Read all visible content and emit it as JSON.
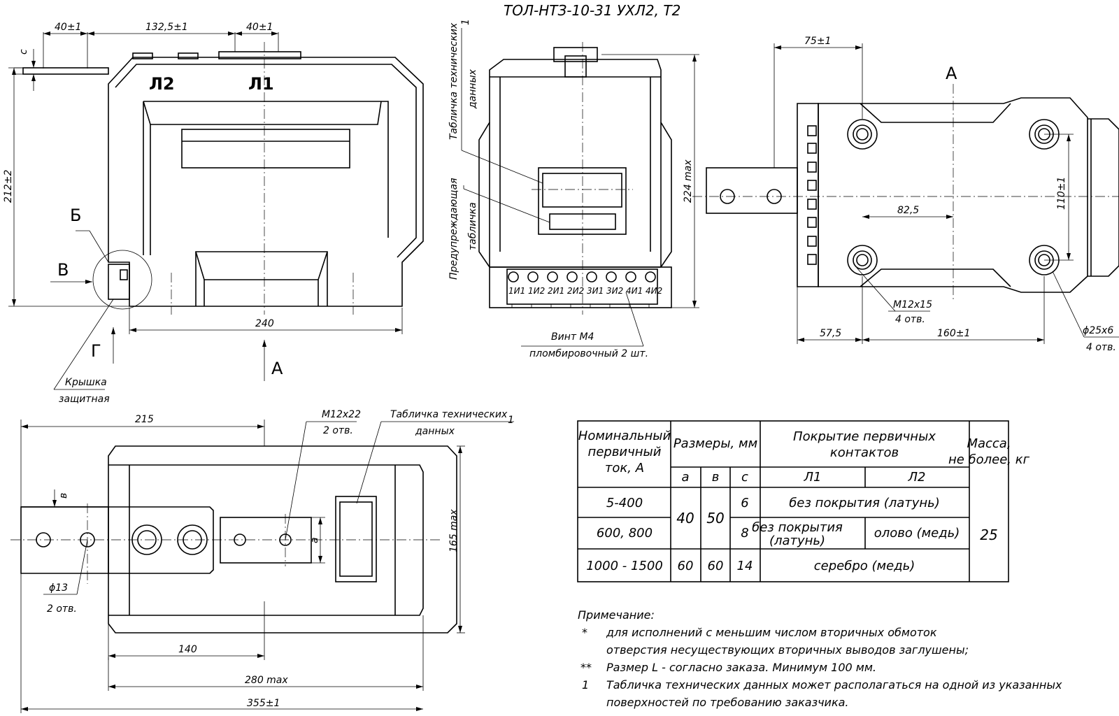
{
  "title": "ТОЛ-НТЗ-10-31 УХЛ2, Т2",
  "view1": {
    "dims": {
      "d1": "40±1",
      "d2": "132,5±1",
      "d3": "40±1",
      "c": "c",
      "h": "212±2",
      "w": "240"
    },
    "labels": {
      "l2": "Л2",
      "l1": "Л1",
      "b": "Б",
      "v": "В",
      "g": "Г",
      "a": "А"
    },
    "cover": [
      "Крышка",
      "защитная"
    ]
  },
  "view2": {
    "nameplate": [
      "Табличка технических",
      "данных"
    ],
    "nameplate_num": "1",
    "warning": [
      "Предупреждающая",
      "табличка"
    ],
    "height": "224 max",
    "terminals": [
      "1И1",
      "1И2",
      "2И1",
      "2И2",
      "3И1",
      "3И2",
      "4И1",
      "4И2"
    ],
    "screw": [
      "Винт М4",
      "пломбировочный 2 шт."
    ]
  },
  "view3": {
    "letter": "А",
    "dims": {
      "d75": "75±1",
      "d110": "110±1",
      "d825": "82,5",
      "d575": "57,5",
      "d160": "160±1"
    },
    "m12": [
      "M12x15",
      "4 отв."
    ],
    "hole25": [
      "ϕ25x6",
      "4 отв."
    ]
  },
  "view4": {
    "dims": {
      "d215": "215",
      "d140": "140",
      "d280": "280 max",
      "d355": "355±1",
      "d165": "165 max",
      "a": "a",
      "b": "в"
    },
    "m12": [
      "M12x22",
      "2 отв."
    ],
    "nameplate": [
      "Табличка технических",
      "данных"
    ],
    "nameplate_num": "1",
    "hole13": [
      "ϕ13",
      "2 отв."
    ]
  },
  "table": {
    "h_current": [
      "Номинальный",
      "первичный",
      "ток, А"
    ],
    "h_sizes": "Размеры, мм",
    "h_coating": [
      "Покрытие первичных",
      "контактов"
    ],
    "h_mass": [
      "Масса,",
      "не более, кг"
    ],
    "sub": [
      "а",
      "в",
      "с",
      "Л1",
      "Л2"
    ],
    "rows": [
      {
        "current": "5-400",
        "c": "6",
        "coating": "без покрытия (латунь)"
      },
      {
        "current": "600, 800",
        "c": "8",
        "l1": [
          "без покрытия",
          "(латунь)"
        ],
        "l2": "олово (медь)"
      },
      {
        "current": "1000 - 1500",
        "a": "60",
        "b": "60",
        "c": "14",
        "coating": "серебро (медь)"
      }
    ],
    "ab_shared": {
      "a": "40",
      "b": "50"
    },
    "mass": "25"
  },
  "notes": {
    "title": "Примечание:",
    "items": [
      {
        "mark": "*",
        "lines": [
          "для исполнений с меньшим числом вторичных обмоток",
          "отверстия несуществующих вторичных выводов заглушены;"
        ]
      },
      {
        "mark": "**",
        "lines": [
          "Размер L - согласно заказа. Минимум 100 мм."
        ]
      },
      {
        "mark": "1",
        "lines": [
          "Табличка технических данных может располагаться на одной из указанных",
          "поверхностей по требованию заказчика."
        ]
      }
    ]
  }
}
